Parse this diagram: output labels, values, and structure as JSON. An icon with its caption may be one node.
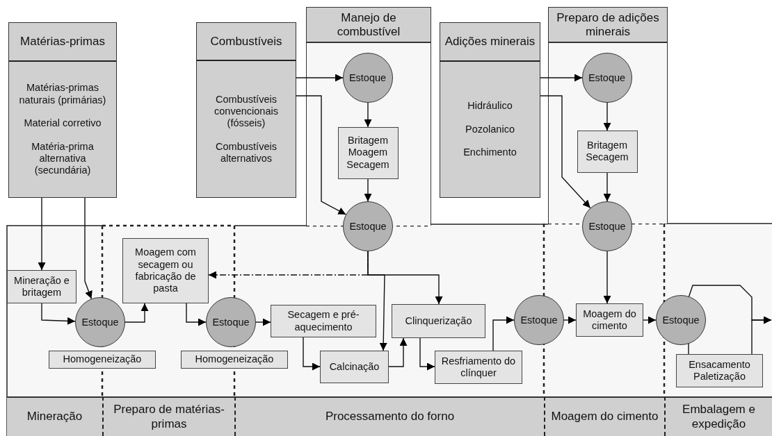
{
  "diagram": {
    "nodes": [
      {
        "text": [
          "Matérias-primas",
          "Matérias-primas naturais (primárias)",
          "Material corretivo",
          "Matéria-prima alternativa (secundária)"
        ]
      },
      {
        "text": [
          "Combustíveis",
          "Combustíveis convencionais (fósseis)",
          "Combustíveis alternativos"
        ]
      },
      {
        "text": [
          "Manejo de combustível"
        ]
      },
      {
        "text": [
          "Estoque"
        ],
        "in": 2
      },
      {
        "text": [
          "Britagem Moagem Secagem"
        ],
        "in": 2
      },
      {
        "text": [
          "Estoque"
        ]
      },
      {
        "text": [
          "Adições minerais",
          "Hidráulico",
          "Pozolanico",
          "Enchimento"
        ]
      },
      {
        "text": [
          "Preparo de adições minerais"
        ]
      },
      {
        "text": [
          "Estoque"
        ],
        "in": 7
      },
      {
        "text": [
          "Britagem Secagem"
        ],
        "in": 7
      },
      {
        "text": [
          "Estoque"
        ]
      },
      {
        "text": [
          "Mineração e britagem"
        ]
      },
      {
        "text": [
          "Estoque"
        ]
      },
      {
        "text": [
          "Homogeneização"
        ]
      },
      {
        "text": [
          "Moagem com secagem ou fabricação de pasta"
        ]
      },
      {
        "text": [
          "Estoque"
        ]
      },
      {
        "text": [
          "Homogeneização"
        ]
      },
      {
        "text": [
          "Secagem e pré-aquecimento"
        ]
      },
      {
        "text": [
          "Calcinação"
        ]
      },
      {
        "text": [
          "Clinquerização"
        ]
      },
      {
        "text": [
          "Resfriamento do clínquer"
        ]
      },
      {
        "text": [
          "Estoque"
        ]
      },
      {
        "text": [
          "Moagem do cimento"
        ]
      },
      {
        "text": [
          "Estoque"
        ]
      },
      {
        "text": [
          "Ensacamento Paletização"
        ]
      },
      {
        "text": [
          "Mineração"
        ]
      },
      {
        "text": [
          "Preparo de matérias-primas"
        ]
      },
      {
        "text": [
          "Processamento do forno"
        ]
      },
      {
        "text": [
          "Moagem do cimento"
        ]
      },
      {
        "text": [
          "Embalagem e expedição"
        ]
      }
    ],
    "edges": [
      {
        "from": 0,
        "to": 11,
        "arrow": "to"
      },
      {
        "from": 0,
        "to": 12,
        "arrow": "to"
      },
      {
        "from": 1,
        "to": 3,
        "arrow": "to"
      },
      {
        "from": 1,
        "to": 5,
        "arrow": "to"
      },
      {
        "from": 3,
        "to": 4,
        "arrow": "to"
      },
      {
        "from": 4,
        "to": 5,
        "arrow": "to"
      },
      {
        "from": 6,
        "to": 8,
        "arrow": "to"
      },
      {
        "from": 6,
        "to": 10,
        "arrow": "to"
      },
      {
        "from": 8,
        "to": 9,
        "arrow": "to"
      },
      {
        "from": 9,
        "to": 10,
        "arrow": "to"
      },
      {
        "from": 11,
        "to": 12,
        "arrow": "to"
      },
      {
        "from": 12,
        "to": 14,
        "arrow": "to"
      },
      {
        "from": 5,
        "to": 14,
        "arrow": "to",
        "style": "dashed"
      },
      {
        "from": 5,
        "to": 18,
        "arrow": "to"
      },
      {
        "from": 5,
        "to": 19,
        "arrow": "to"
      },
      {
        "from": 14,
        "to": 15,
        "arrow": "to"
      },
      {
        "from": 15,
        "to": 17,
        "arrow": "to"
      },
      {
        "from": 17,
        "to": 18,
        "arrow": "to"
      },
      {
        "from": 18,
        "to": 19,
        "arrow": "to"
      },
      {
        "from": 19,
        "to": 20,
        "arrow": "to"
      },
      {
        "from": 20,
        "to": 21,
        "arrow": "to"
      },
      {
        "from": 21,
        "to": 22,
        "arrow": "to"
      },
      {
        "from": 10,
        "to": 22,
        "arrow": "to"
      },
      {
        "from": 22,
        "to": 23,
        "arrow": "to"
      },
      {
        "from": 23,
        "to": null,
        "arrow": "to"
      },
      {
        "from": 23,
        "to": 24,
        "arrow": "none"
      },
      {
        "from": 24,
        "to": null,
        "arrow": "to"
      }
    ]
  }
}
